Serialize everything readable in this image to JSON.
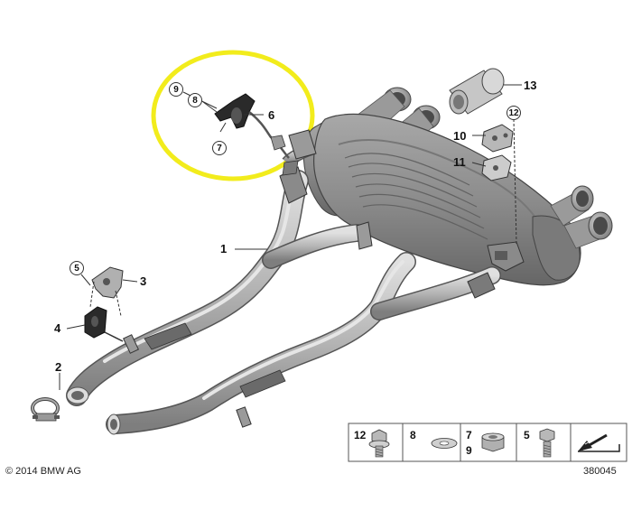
{
  "callouts": {
    "l1": "1",
    "l2": "2",
    "l3": "3",
    "l4": "4",
    "l5": "5",
    "l6": "6",
    "l7": "7",
    "l8": "8",
    "l9": "9",
    "l10": "10",
    "l11": "11",
    "l12": "12",
    "l13": "13"
  },
  "legend": {
    "c1": "12",
    "c2": "8",
    "c3a": "7",
    "c3b": "9",
    "c4": "5"
  },
  "footer": {
    "copyright": "© 2014 BMW AG",
    "diagram_number": "380045"
  },
  "colors": {
    "highlight": "#f2ec1c",
    "pipe": "#b9b9b9",
    "muffler": "#8a8a8a",
    "outline": "#444444"
  }
}
